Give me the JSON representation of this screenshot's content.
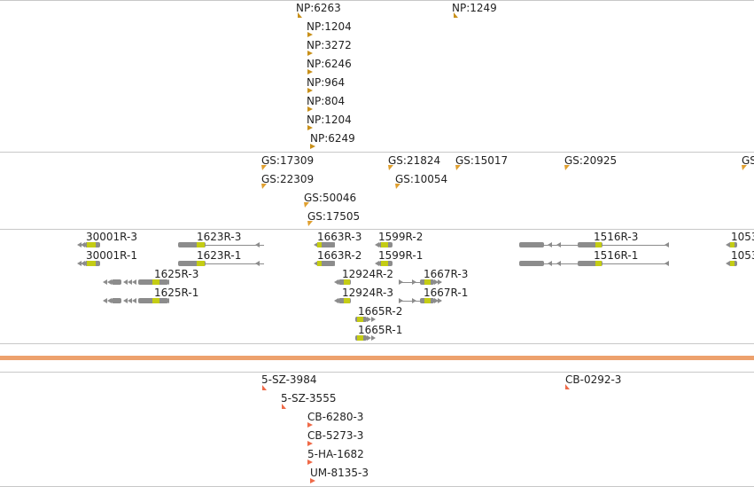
{
  "colors": {
    "background": "#ffffff",
    "track_separator": "#c8c8c8",
    "np_marker": "#c8901a",
    "gs_marker": "#e0a030",
    "gene_body": "#8c8c8c",
    "gene_exon": "#c4cc14",
    "chromosome_bar": "#eda16d",
    "cb_marker": "#ef6a48",
    "label_text": "#222222"
  },
  "tracks": {
    "np": {
      "features": [
        "NP:6263",
        "NP:1249",
        "NP:1204",
        "NP:3272",
        "NP:6246",
        "NP:964",
        "NP:804",
        "NP:1204",
        "NP:6249"
      ]
    },
    "gs": {
      "features": [
        "GS:17309",
        "GS:21824",
        "GS:15017",
        "GS:20925",
        "GS:22309",
        "GS:10054",
        "GS:50046",
        "GS:17505",
        "GS"
      ]
    },
    "genes": {
      "features": [
        "30001R-3",
        "1623R-3",
        "1663R-3",
        "1599R-2",
        "1516R-3",
        "1053",
        "30001R-1",
        "1623R-1",
        "1663R-2",
        "1599R-1",
        "1516R-1",
        "1053",
        "1625R-3",
        "12924R-2",
        "1667R-3",
        "1625R-1",
        "12924R-3",
        "1667R-1",
        "1665R-2",
        "1665R-1"
      ]
    },
    "cb": {
      "features": [
        "5-SZ-3984",
        "CB-0292-3",
        "5-SZ-3555",
        "CB-6280-3",
        "CB-5273-3",
        "5-HA-1682",
        "UM-8135-3"
      ]
    }
  }
}
